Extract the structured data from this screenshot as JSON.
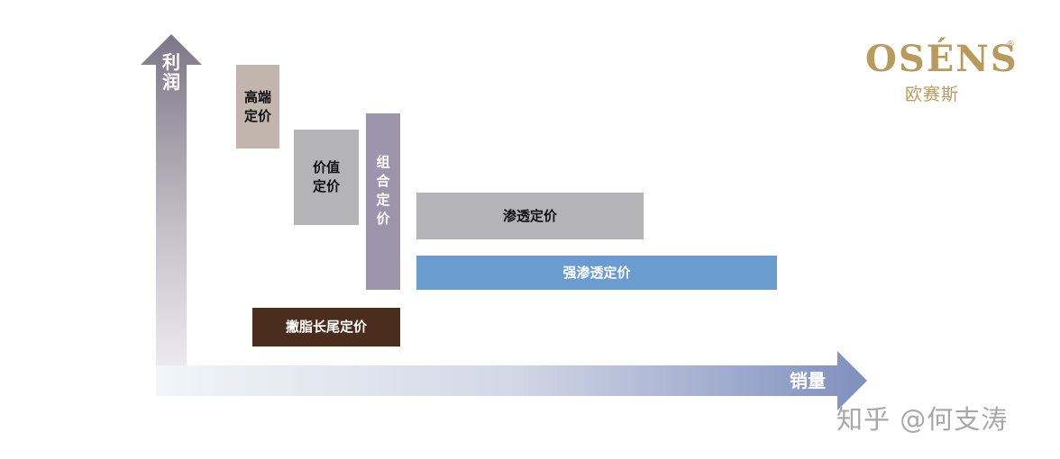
{
  "axes": {
    "y_label": "利润",
    "x_label": "销量"
  },
  "blocks": {
    "high_end": "高端定价",
    "value": "价值定价",
    "bundle": "组合定价",
    "penetration": "渗透定价",
    "strong_penetration": "强渗透定价",
    "skimming_long_tail": "撇脂长尾定价"
  },
  "logo": {
    "wordmark": "OSÉNS",
    "registered": "®",
    "chinese": "欧赛斯"
  },
  "watermark": "知乎 @何支涛",
  "colors": {
    "high_end": "#c1b5ad",
    "value": "#b4b3b6",
    "bundle": "#9c95ab",
    "penetration": "#b4b3b6",
    "strong_penetration": "#6a9ccf",
    "skimming_long_tail": "#4a2d1d",
    "logo": "#b79a5c"
  }
}
